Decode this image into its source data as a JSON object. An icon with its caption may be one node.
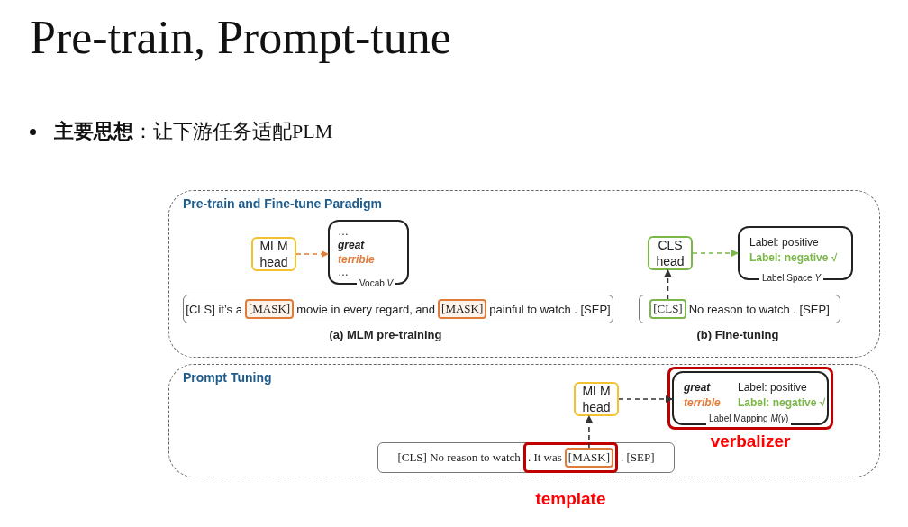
{
  "diagram": {
    "title": "Pre-train, Prompt-tune",
    "nodes": [
      {
        "text": [
          "Pre-train and Fine-tune Paradigm",
          "(a) MLM pre-training",
          "(b) Fine-tuning"
        ]
      },
      {
        "text": [
          "MLM head"
        ],
        "in": 0
      },
      {
        "text": [
          "…",
          "great",
          "terrible",
          "…",
          "Vocab *V*"
        ],
        "in": 0
      },
      {
        "text": [
          "[CLS] it’s a",
          "movie in every regard, and",
          "painful to watch . [SEP]"
        ],
        "in": 0
      },
      {
        "text": [
          "[MASK]"
        ],
        "in": 3
      },
      {
        "text": [
          "[MASK]"
        ],
        "in": 3
      },
      {
        "text": [
          "CLS head"
        ],
        "in": 0
      },
      {
        "text": [
          "Label: positive",
          "Label: negative √",
          "Label Space *Y*"
        ],
        "in": 0
      },
      {
        "text": [
          "No reason to watch . [SEP]"
        ],
        "in": 0
      },
      {
        "text": [
          "[CLS]"
        ],
        "in": 8
      },
      {
        "text": [
          "Prompt Tuning"
        ]
      },
      {
        "text": [
          "MLM head"
        ],
        "in": 10
      },
      {
        "text": [
          "verbalizer"
        ],
        "in": 10
      },
      {
        "text": [
          "great",
          "Label: positive",
          "terrible",
          "Label: negative √",
          "Label Mapping *M*(*y*)"
        ],
        "in": 12
      },
      {
        "text": [
          "[CLS] No reason to watch",
          ". [SEP]"
        ],
        "in": 10
      },
      {
        "text": [
          ". It was"
        ],
        "in": 14,
        "beside": [
          "template"
        ]
      },
      {
        "text": [
          "[MASK]"
        ],
        "in": 15
      }
    ],
    "edges": [
      {
        "from": 1,
        "to": 2,
        "arrow": "to",
        "style": "dashed",
        "color": "#e07b39"
      },
      {
        "from": 9,
        "to": 6,
        "arrow": "to",
        "style": "dashed"
      },
      {
        "from": 6,
        "to": 7,
        "arrow": "to",
        "style": "dashed",
        "color": "#7ab648"
      },
      {
        "from": 16,
        "to": 11,
        "arrow": "to",
        "style": "dashed"
      },
      {
        "from": 11,
        "to": 13,
        "arrow": "to",
        "style": "dashed"
      }
    ],
    "labels": [
      "**主要思想**：让下游任务适配PLM"
    ]
  }
}
